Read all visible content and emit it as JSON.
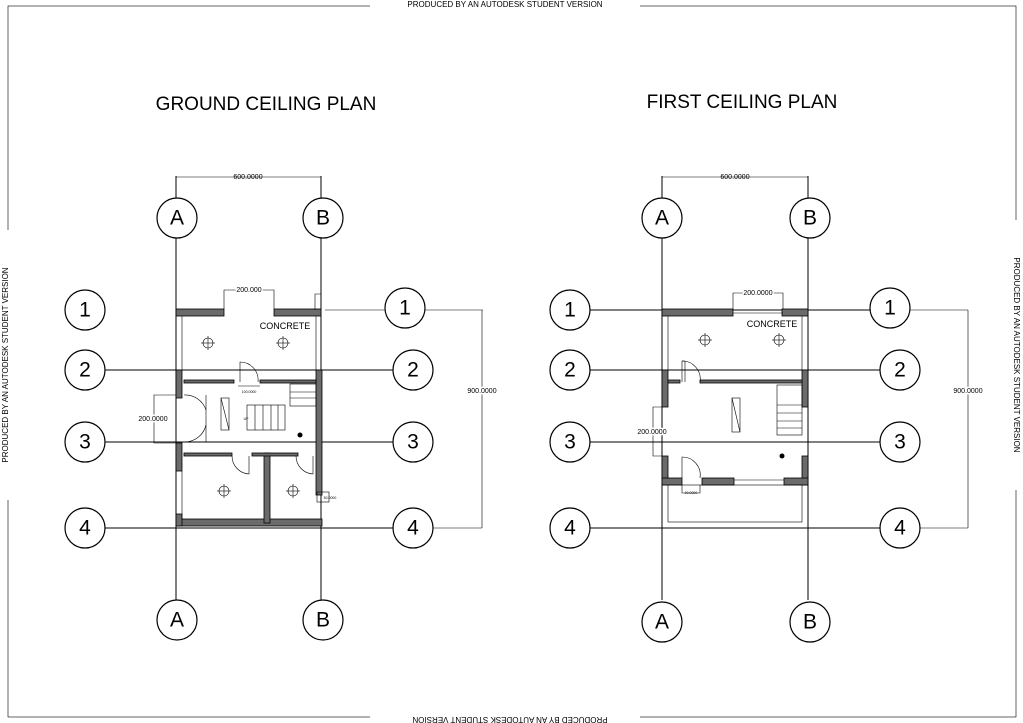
{
  "watermark": "PRODUCED BY AN AUTODESK STUDENT VERSION",
  "plans": [
    {
      "title": "GROUND CEILING PLAN",
      "grid_cols": [
        "A",
        "B"
      ],
      "grid_rows": [
        "1",
        "2",
        "3",
        "4"
      ],
      "dim_width": "600.0000",
      "dim_height": "900.0000",
      "dim_window": "200.000",
      "dim_door_side": "200.0000",
      "dim_door_inner": "100.0000",
      "dim_small": "50.0000",
      "material_label": "CONCRETE"
    },
    {
      "title": "FIRST CEILING PLAN",
      "grid_cols": [
        "A",
        "B"
      ],
      "grid_rows": [
        "1",
        "2",
        "3",
        "4"
      ],
      "dim_width": "600.0000",
      "dim_height": "900.0000",
      "dim_window": "200.0000",
      "dim_door_side": "200.0000",
      "dim_door_inner": "90.0000",
      "material_label": "CONCRETE"
    }
  ]
}
